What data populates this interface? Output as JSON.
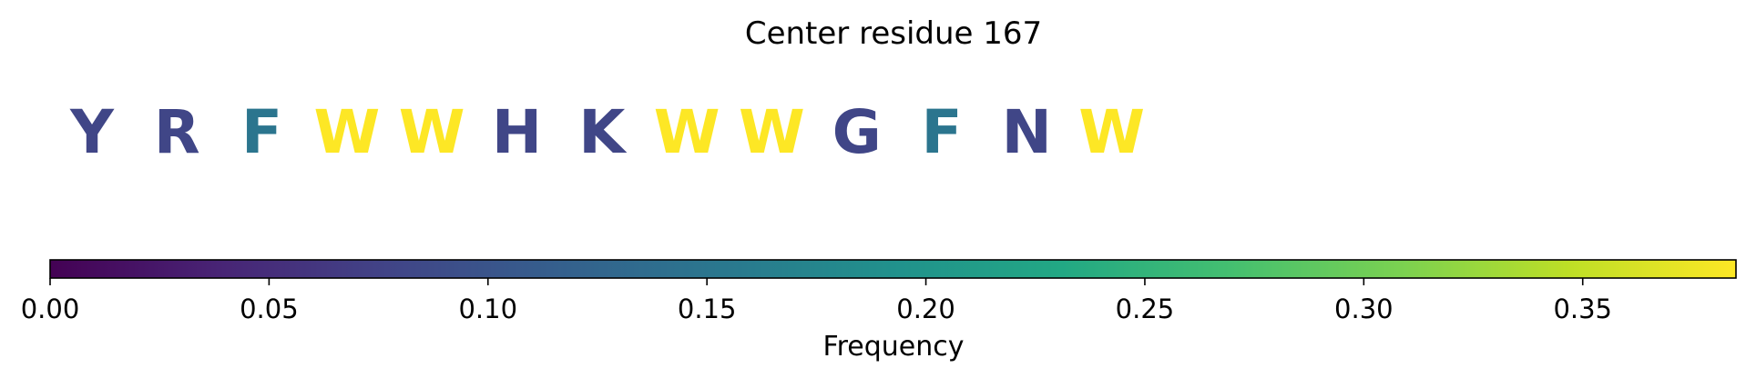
{
  "chart_data": {
    "type": "table",
    "title": "Center residue 167",
    "residues": [
      {
        "letter": "Y",
        "frequency": 0.08
      },
      {
        "letter": "R",
        "frequency": 0.08
      },
      {
        "letter": "F",
        "frequency": 0.15
      },
      {
        "letter": "W",
        "frequency": 0.385
      },
      {
        "letter": "W",
        "frequency": 0.385
      },
      {
        "letter": "H",
        "frequency": 0.08
      },
      {
        "letter": "K",
        "frequency": 0.08
      },
      {
        "letter": "W",
        "frequency": 0.385
      },
      {
        "letter": "W",
        "frequency": 0.385
      },
      {
        "letter": "G",
        "frequency": 0.08
      },
      {
        "letter": "F",
        "frequency": 0.15
      },
      {
        "letter": "N",
        "frequency": 0.08
      },
      {
        "letter": "W",
        "frequency": 0.385
      }
    ],
    "colorbar": {
      "label": "Frequency",
      "colormap": "viridis",
      "range": [
        0,
        0.385
      ],
      "ticks": [
        0.0,
        0.05,
        0.1,
        0.15,
        0.2,
        0.25,
        0.3,
        0.35
      ],
      "tick_labels": [
        "0.00",
        "0.05",
        "0.10",
        "0.15",
        "0.20",
        "0.25",
        "0.30",
        "0.35"
      ]
    }
  }
}
